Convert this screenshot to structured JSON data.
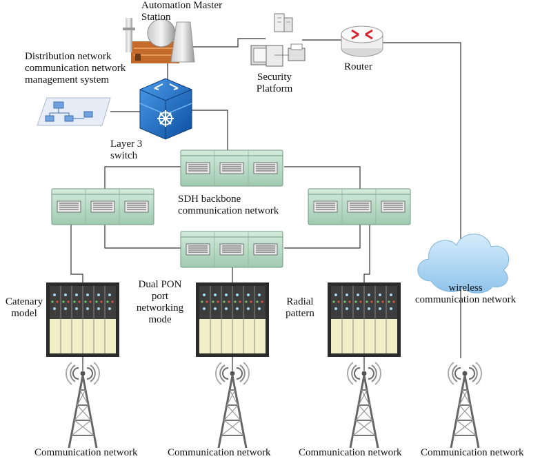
{
  "labels": {
    "master_station": [
      "Automation Master",
      "Station"
    ],
    "management_system": [
      "Distribution network",
      "communication network",
      "management system"
    ],
    "security_platform": [
      "Security",
      "Platform"
    ],
    "router": "Router",
    "layer3_switch": [
      "Layer 3",
      "switch"
    ],
    "sdh_backbone": [
      "SDH backbone",
      "communication network"
    ],
    "catenary_model": [
      "Catenary",
      "model"
    ],
    "dual_pon": [
      "Dual PON",
      "port",
      "networking",
      "mode"
    ],
    "radial_pattern": [
      "Radial",
      "pattern"
    ],
    "wireless_network": [
      "wireless",
      "communication network"
    ],
    "towers": [
      "Communication network",
      "Communication network",
      "Communication network",
      "Communication network"
    ]
  },
  "colors": {
    "line": "#333333",
    "sdh_green": "#b7d8c4",
    "switch_blue": "#1f6fc9",
    "cloud_blue": "#a9d4f2",
    "olt_cream": "#f2efc6",
    "router_red": "#d9232e"
  }
}
